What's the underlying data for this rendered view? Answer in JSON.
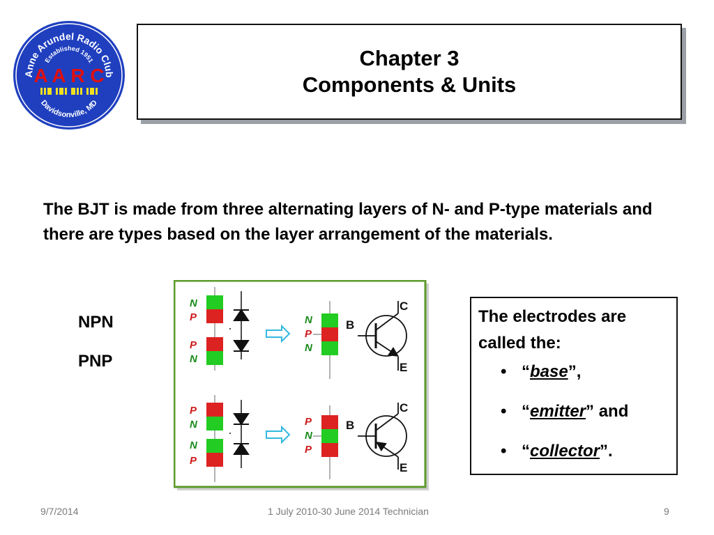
{
  "logo": {
    "arc_text": "Anne Arundel Radio Club",
    "established": "Established 1951",
    "acronym": "A A R C",
    "location": "Davidsonville, MD",
    "colors": {
      "ring": "#1f3fbf",
      "acronym": "#e01010",
      "stripes": "#f0e020"
    }
  },
  "title": {
    "line1": "Chapter 3",
    "line2": "Components & Units"
  },
  "intro_text": "The BJT is made from three alternating layers of N- and P-type materials and there are types based on the layer arrangement of the materials.",
  "types": {
    "npn": "NPN",
    "pnp": "PNP"
  },
  "diagram": {
    "npn_pair1": [
      "N",
      "P"
    ],
    "npn_pair2": [
      "P",
      "N"
    ],
    "npn_stack": [
      "N",
      "P",
      "N"
    ],
    "pnp_pair1": [
      "P",
      "N"
    ],
    "pnp_pair2": [
      "N",
      "P"
    ],
    "pnp_stack": [
      "P",
      "N",
      "P"
    ],
    "terminals": {
      "c": "C",
      "b": "B",
      "e": "E"
    },
    "colors": {
      "border": "#5a9a2a",
      "n_layer": "#22cc22",
      "p_layer": "#dd2222",
      "n_letter": "#1a8a1a",
      "p_letter": "#cc1a1a",
      "arrow": "#33b8e0"
    }
  },
  "electrodes": {
    "intro": "The electrodes are called the:",
    "bullet": "•",
    "items": [
      {
        "open": "“",
        "term": "base",
        "close": "”,",
        "suffix": ""
      },
      {
        "open": "“",
        "term": "emitter",
        "close": "”",
        "suffix": " and"
      },
      {
        "open": "“",
        "term": "collector",
        "close": "”.",
        "suffix": ""
      }
    ]
  },
  "footer": {
    "date": "9/7/2014",
    "center": "1 July 2010-30 June 2014 Technician",
    "page": "9"
  }
}
